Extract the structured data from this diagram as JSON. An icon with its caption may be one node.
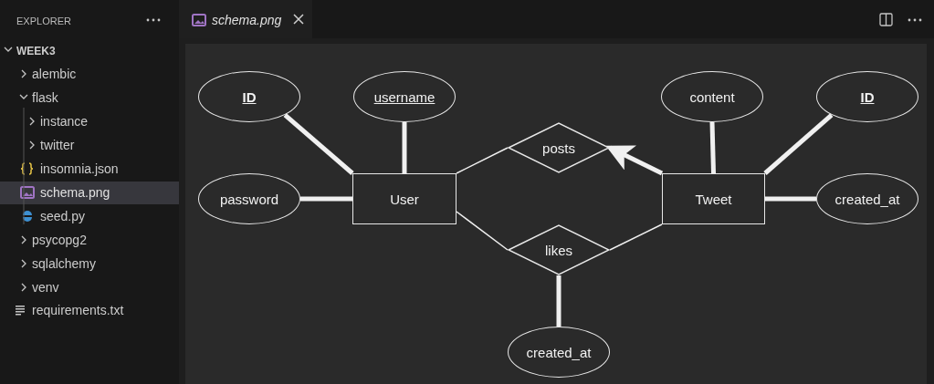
{
  "diagram": {
    "nodes": [
      {
        "text": [
          "ID"
        ]
      },
      {
        "text": [
          "username"
        ]
      },
      {
        "text": [
          "content"
        ]
      },
      {
        "text": [
          "ID"
        ]
      },
      {
        "text": [
          "posts"
        ]
      },
      {
        "text": [
          "password"
        ]
      },
      {
        "text": [
          "User"
        ]
      },
      {
        "text": [
          "Tweet"
        ]
      },
      {
        "text": [
          "created_at"
        ]
      },
      {
        "text": [
          "likes"
        ]
      },
      {
        "text": [
          "created_at"
        ]
      }
    ],
    "edges": [
      {
        "from": 0,
        "to": 6,
        "arrow": "none"
      },
      {
        "from": 1,
        "to": 6,
        "arrow": "none"
      },
      {
        "from": 5,
        "to": 6,
        "arrow": "none"
      },
      {
        "from": 6,
        "to": 4,
        "arrow": "none"
      },
      {
        "from": 7,
        "to": 4,
        "arrow": "to"
      },
      {
        "from": 2,
        "to": 7,
        "arrow": "none"
      },
      {
        "from": 3,
        "to": 7,
        "arrow": "none"
      },
      {
        "from": 7,
        "to": 8,
        "arrow": "none"
      },
      {
        "from": 6,
        "to": 9,
        "arrow": "none"
      },
      {
        "from": 7,
        "to": 9,
        "arrow": "none"
      },
      {
        "from": 9,
        "to": 10,
        "arrow": "none"
      }
    ],
    "labels": [
      "EXPLORER",
      "WEEK3",
      "alembic",
      "flask",
      "instance",
      "twitter",
      "insomnia.json",
      "schema.png",
      "seed.py",
      "psycopg2",
      "sqlalchemy",
      "venv",
      "requirements.txt",
      "schema.png"
    ]
  }
}
